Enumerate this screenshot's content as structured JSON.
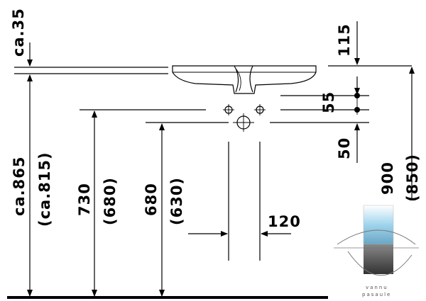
{
  "dimensions": {
    "top_rim": "ca.35",
    "total_height": "ca.865",
    "total_height_alt": "(ca.815)",
    "tap_height": "730",
    "tap_height_alt": "(680)",
    "drain_height": "680",
    "drain_height_alt": "(630)",
    "drain_width": "120",
    "bowl_top": "115",
    "hole_spacing": "55",
    "drain_offset": "50",
    "counter_height": "900",
    "counter_height_alt": "(850)"
  },
  "logo": {
    "line1": "vannu",
    "line2": "pasaule"
  },
  "colors": {
    "line": "#000000",
    "floor": "#000000",
    "logo_blue": "#9fd4ec",
    "logo_dark": "#555555"
  }
}
